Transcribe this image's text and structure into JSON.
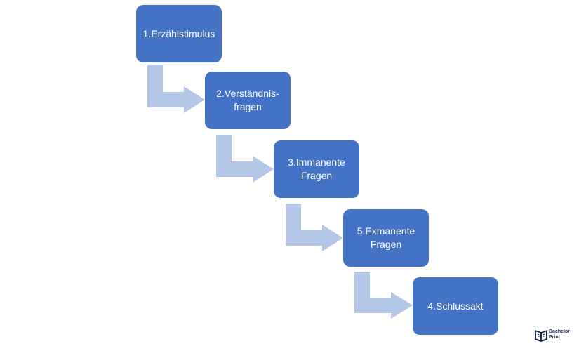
{
  "steps": [
    {
      "lines": [
        "1.Erzählstimulus"
      ]
    },
    {
      "lines": [
        "2.Verständnis-",
        "fragen"
      ]
    },
    {
      "lines": [
        "3.Immanente",
        "Fragen"
      ]
    },
    {
      "lines": [
        "5.Exmanente",
        "Fragen"
      ]
    },
    {
      "lines": [
        "4.Schlussakt"
      ]
    }
  ],
  "logo": {
    "line1": "Bachelor",
    "line2": "Print"
  },
  "colors": {
    "box": "#4472c4",
    "arrow": "#b4c7e7",
    "text": "#ffffff"
  }
}
